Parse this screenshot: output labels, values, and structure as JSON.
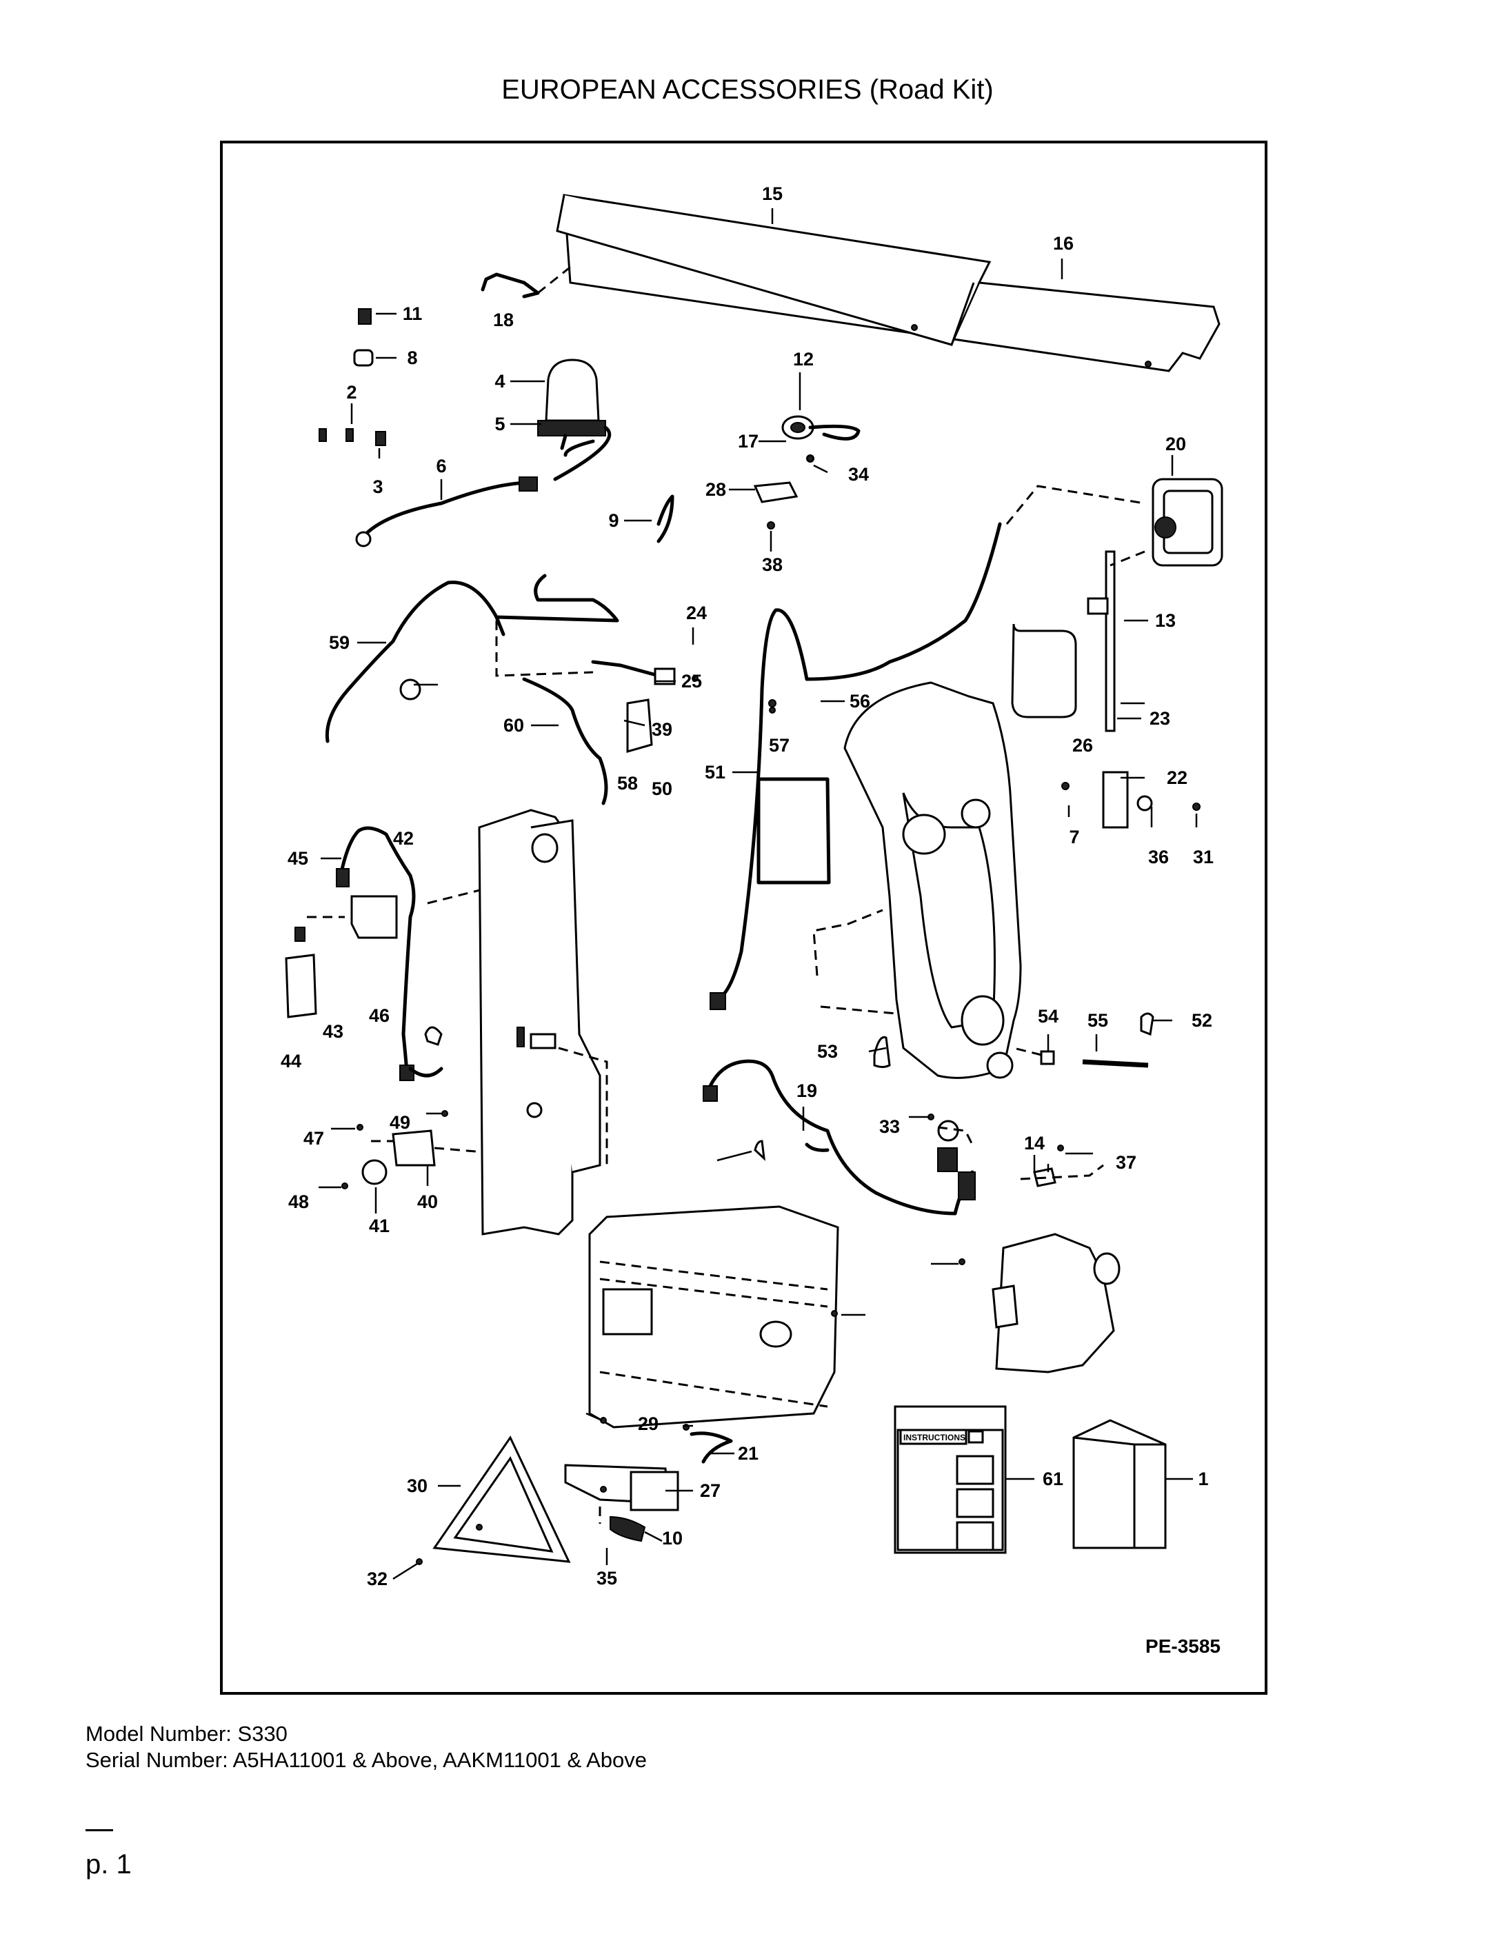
{
  "page": {
    "title": "EUROPEAN ACCESSORIES (Road Kit)",
    "drawing_code": "PE-3585",
    "model_line": "Model Number: S330",
    "serial_line": "Serial Number: A5HA11001 & Above, AAKM11001 & Above",
    "page_number": "p. 1"
  },
  "instructions_box": {
    "header": "INSTRUCTIONS"
  },
  "callouts": [
    "15",
    "16",
    "18",
    "11",
    "8",
    "12",
    "4",
    "2",
    "5",
    "17",
    "34",
    "20",
    "3",
    "6",
    "28",
    "9",
    "38",
    "24",
    "13",
    "59",
    "25",
    "56",
    "23",
    "60",
    "39",
    "57",
    "26",
    "22",
    "58",
    "50",
    "51",
    "7",
    "36",
    "31",
    "42",
    "45",
    "53",
    "43",
    "46",
    "44",
    "54",
    "55",
    "52",
    "19",
    "49",
    "47",
    "33",
    "14",
    "37",
    "40",
    "48",
    "41",
    "29",
    "21",
    "30",
    "27",
    "61",
    "1",
    "10",
    "32",
    "35"
  ]
}
